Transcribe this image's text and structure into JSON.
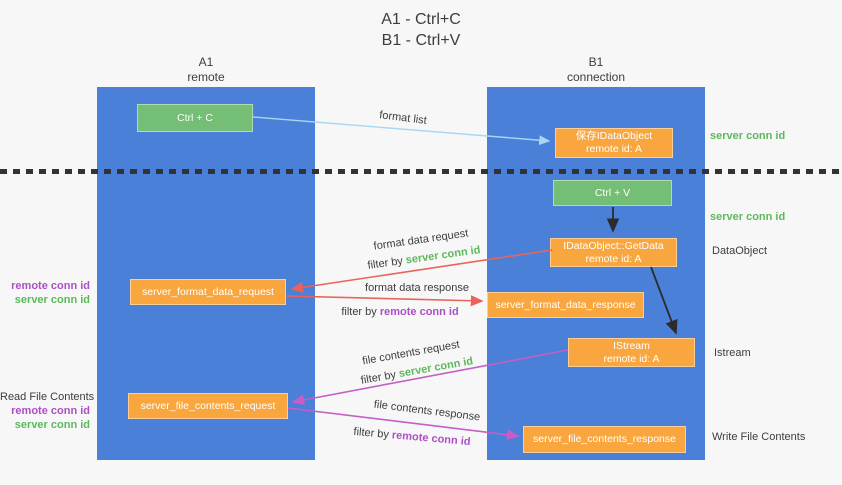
{
  "title": {
    "line1": "A1 - Ctrl+C",
    "line2": "B1 - Ctrl+V"
  },
  "lanes": {
    "left": {
      "name": "A1",
      "role": "remote"
    },
    "right": {
      "name": "B1",
      "role": "connection"
    }
  },
  "nodes": {
    "ctrl_c": {
      "label": "Ctrl + C"
    },
    "save_idataobject": {
      "line1": "保存IDataObject",
      "line2": "remote id: A"
    },
    "ctrl_v": {
      "label": "Ctrl + V"
    },
    "getdata": {
      "line1": "IDataObject::GetData",
      "line2": "remote id: A"
    },
    "server_format_data_request": {
      "label": "server_format_data_request"
    },
    "server_format_data_response": {
      "label": "server_format_data_response"
    },
    "istream": {
      "line1": "IStream",
      "line2": "remote id: A"
    },
    "server_file_contents_request": {
      "label": "server_file_contents_request"
    },
    "server_file_contents_response": {
      "label": "server_file_contents_response"
    }
  },
  "side_labels": {
    "server_conn_id_top_right": "server conn id",
    "server_conn_id_mid_right": "server conn id",
    "dataobject": "DataObject",
    "istream": "Istream",
    "write_file_contents": "Write File Contents",
    "read_file_contents": "Read File Contents",
    "remote_conn_id_left_1": "remote conn id",
    "server_conn_id_left_1": "server conn id",
    "remote_conn_id_left_2": "remote conn id",
    "server_conn_id_left_2": "server conn id"
  },
  "edge_labels": {
    "format_list": "format list",
    "format_data_request": "format data request",
    "format_data_response": "format data response",
    "file_contents_request": "file contents request",
    "file_contents_response": "file contents response",
    "filter_by": "filter by",
    "server_conn_id": "server conn id",
    "remote_conn_id": "remote conn id"
  },
  "colors": {
    "lane_blue": "#4a80d8",
    "node_orange": "#f9a63e",
    "node_green": "#74be76",
    "text_green": "#5cb85c",
    "text_purple": "#ac4fc6",
    "arrow_red": "#e8635c",
    "arrow_magenta": "#c55ec5",
    "arrow_lightblue": "#a9d6f2",
    "arrow_black": "#2b2b2b",
    "background": "#f7f7f7"
  }
}
